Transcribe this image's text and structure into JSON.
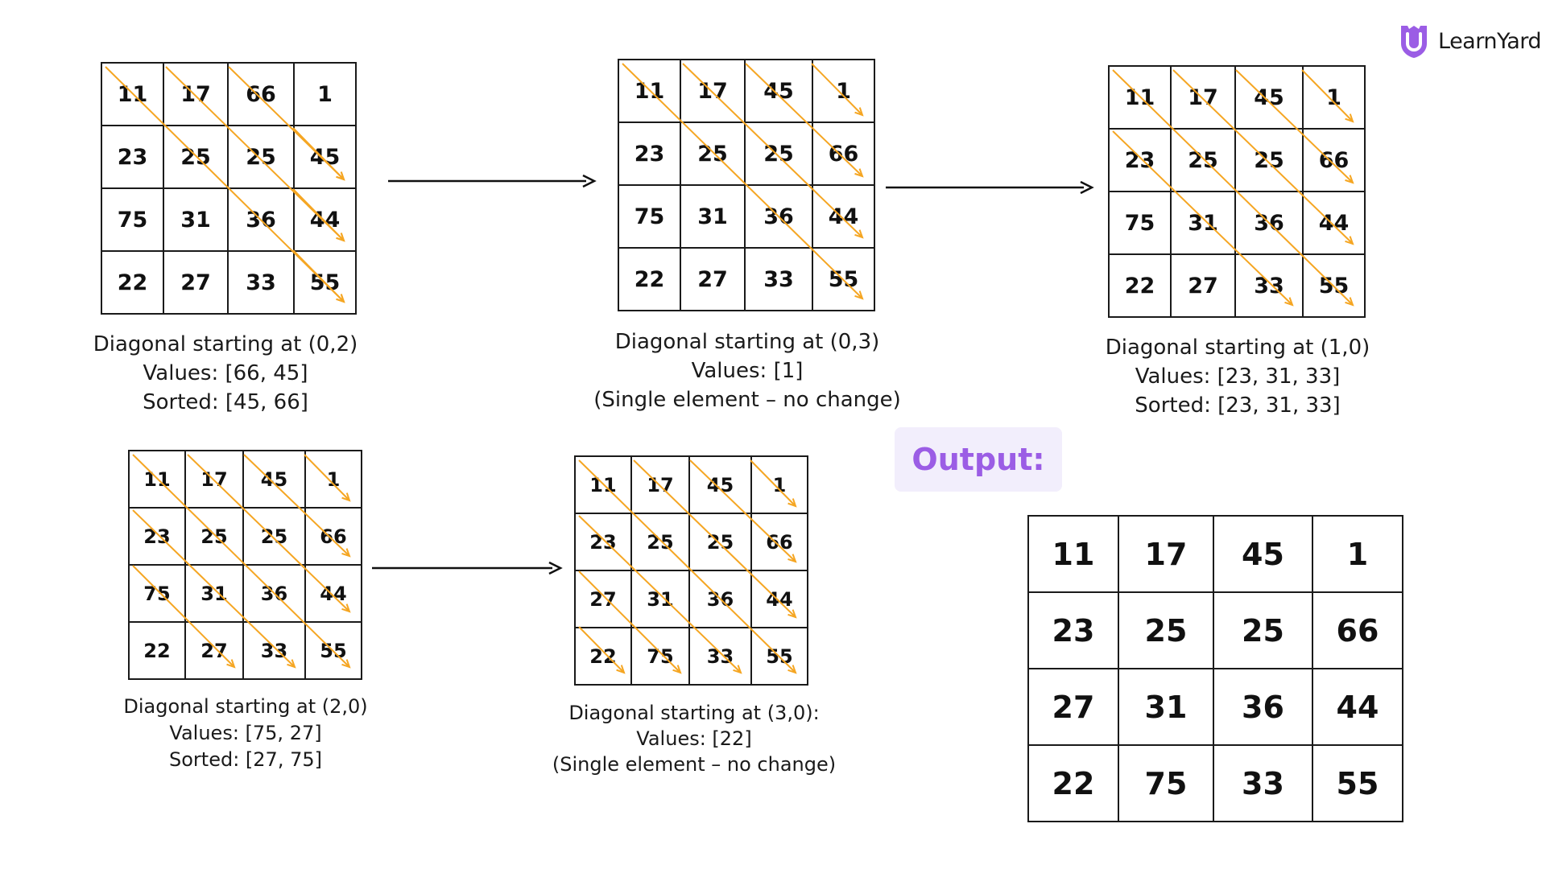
{
  "brand": {
    "name": "LearnYard",
    "logo_icon": "shield-u-icon",
    "logo_color": "#9b5de5"
  },
  "colors": {
    "diagonal_arrow": "#f5a623",
    "grid_line": "#1a1a1a",
    "output_text": "#9b5de5",
    "output_bg": "#f2eefc"
  },
  "steps": [
    {
      "grid": [
        [
          "11",
          "17",
          "66",
          "1"
        ],
        [
          "23",
          "25",
          "25",
          "45"
        ],
        [
          "75",
          "31",
          "36",
          "44"
        ],
        [
          "22",
          "27",
          "33",
          "55"
        ]
      ],
      "caption": [
        "Diagonal starting at (0,2)",
        "Values: [66, 45]",
        "Sorted: [45, 66]"
      ]
    },
    {
      "grid": [
        [
          "11",
          "17",
          "45",
          "1"
        ],
        [
          "23",
          "25",
          "25",
          "66"
        ],
        [
          "75",
          "31",
          "36",
          "44"
        ],
        [
          "22",
          "27",
          "33",
          "55"
        ]
      ],
      "caption": [
        "Diagonal starting at (0,3)",
        "Values: [1]",
        "(Single element – no change)"
      ]
    },
    {
      "grid": [
        [
          "11",
          "17",
          "45",
          "1"
        ],
        [
          "23",
          "25",
          "25",
          "66"
        ],
        [
          "75",
          "31",
          "36",
          "44"
        ],
        [
          "22",
          "27",
          "33",
          "55"
        ]
      ],
      "caption": [
        "Diagonal starting at (1,0)",
        "Values: [23, 31, 33]",
        "Sorted: [23, 31, 33]"
      ]
    },
    {
      "grid": [
        [
          "11",
          "17",
          "45",
          "1"
        ],
        [
          "23",
          "25",
          "25",
          "66"
        ],
        [
          "75",
          "31",
          "36",
          "44"
        ],
        [
          "22",
          "27",
          "33",
          "55"
        ]
      ],
      "caption": [
        "Diagonal starting at (2,0)",
        "Values: [75, 27]",
        "Sorted: [27, 75]"
      ]
    },
    {
      "grid": [
        [
          "11",
          "17",
          "45",
          "1"
        ],
        [
          "23",
          "25",
          "25",
          "66"
        ],
        [
          "27",
          "31",
          "36",
          "44"
        ],
        [
          "22",
          "75",
          "33",
          "55"
        ]
      ],
      "caption": [
        "Diagonal starting at (3,0):",
        "Values: [22]",
        "(Single element – no change)"
      ]
    }
  ],
  "output": {
    "label": "Output:",
    "grid": [
      [
        "11",
        "17",
        "45",
        "1"
      ],
      [
        "23",
        "25",
        "25",
        "66"
      ],
      [
        "27",
        "31",
        "36",
        "44"
      ],
      [
        "22",
        "75",
        "33",
        "55"
      ]
    ]
  }
}
